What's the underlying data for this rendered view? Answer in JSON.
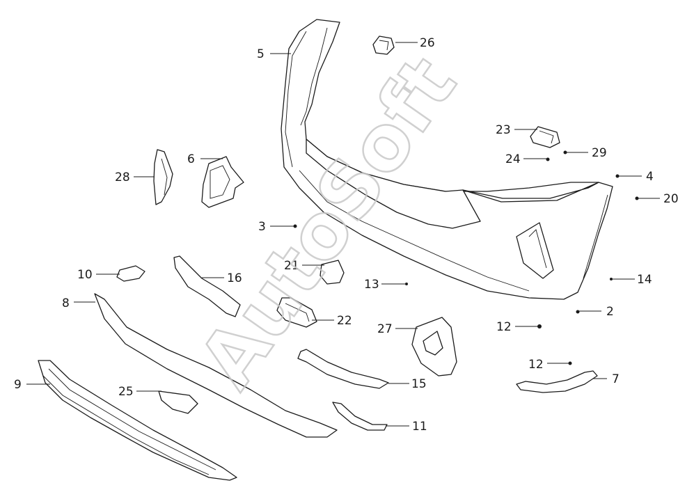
{
  "watermark": "AutoSoft",
  "callouts": {
    "c2": "2",
    "c3": "3",
    "c4": "4",
    "c5": "5",
    "c6": "6",
    "c7": "7",
    "c8": "8",
    "c9": "9",
    "c10": "10",
    "c11": "11",
    "c12a": "12",
    "c12b": "12",
    "c13": "13",
    "c14": "14",
    "c15": "15",
    "c16": "16",
    "c20": "20",
    "c21": "21",
    "c22": "22",
    "c23": "23",
    "c24": "24",
    "c25": "25",
    "c26": "26",
    "c27": "27",
    "c28": "28",
    "c29": "29"
  }
}
